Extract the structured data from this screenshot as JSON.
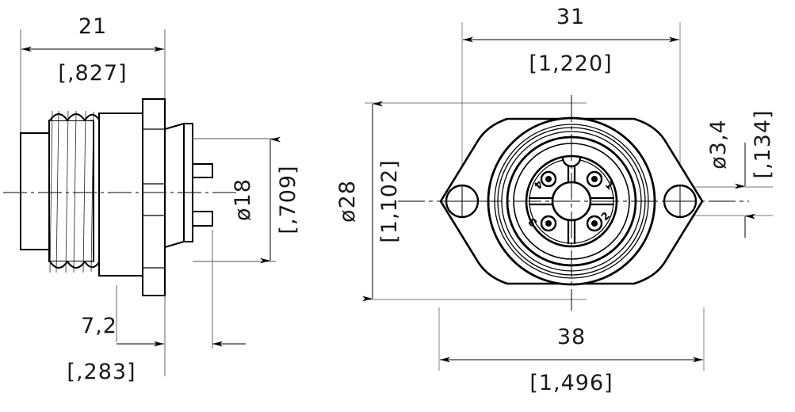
{
  "drawing": {
    "type": "engineering-drawing",
    "subject": "panel-mount circular connector, 4 pole",
    "units_note": "metric mm with inch equivalents in brackets"
  },
  "side_view": {
    "name": "side-section-view",
    "dimensions": {
      "overall_length_mm": "21",
      "overall_length_in": "[,827]",
      "body_diameter_mm": "ø18",
      "body_diameter_in": "[,709]",
      "flange_thickness_mm": "7,2",
      "flange_thickness_in": "[,283]"
    }
  },
  "front_view": {
    "name": "front-face-view",
    "dimensions": {
      "hole_spacing_mm": "31",
      "hole_spacing_in": "[1,220]",
      "flange_height_mm": "ø28",
      "flange_height_in": "[1,102]",
      "mount_hole_dia_mm": "ø3,4",
      "mount_hole_dia_in": "[,134]",
      "flange_width_mm": "38",
      "flange_width_in": "[1,496]"
    },
    "contacts": [
      {
        "id": "pin-1",
        "label": "1",
        "position": "top-right"
      },
      {
        "id": "pin-2",
        "label": "2",
        "position": "bottom-right"
      },
      {
        "id": "pin-3",
        "label": "3",
        "position": "bottom-left"
      },
      {
        "id": "pin-4",
        "label": "4",
        "position": "top-left"
      }
    ],
    "keyway": {
      "label": "",
      "position": "top"
    }
  },
  "colors": {
    "line": "#000000",
    "thin_line": "#4a4a4a",
    "text": "#1a1a1a",
    "background": "#ffffff"
  }
}
